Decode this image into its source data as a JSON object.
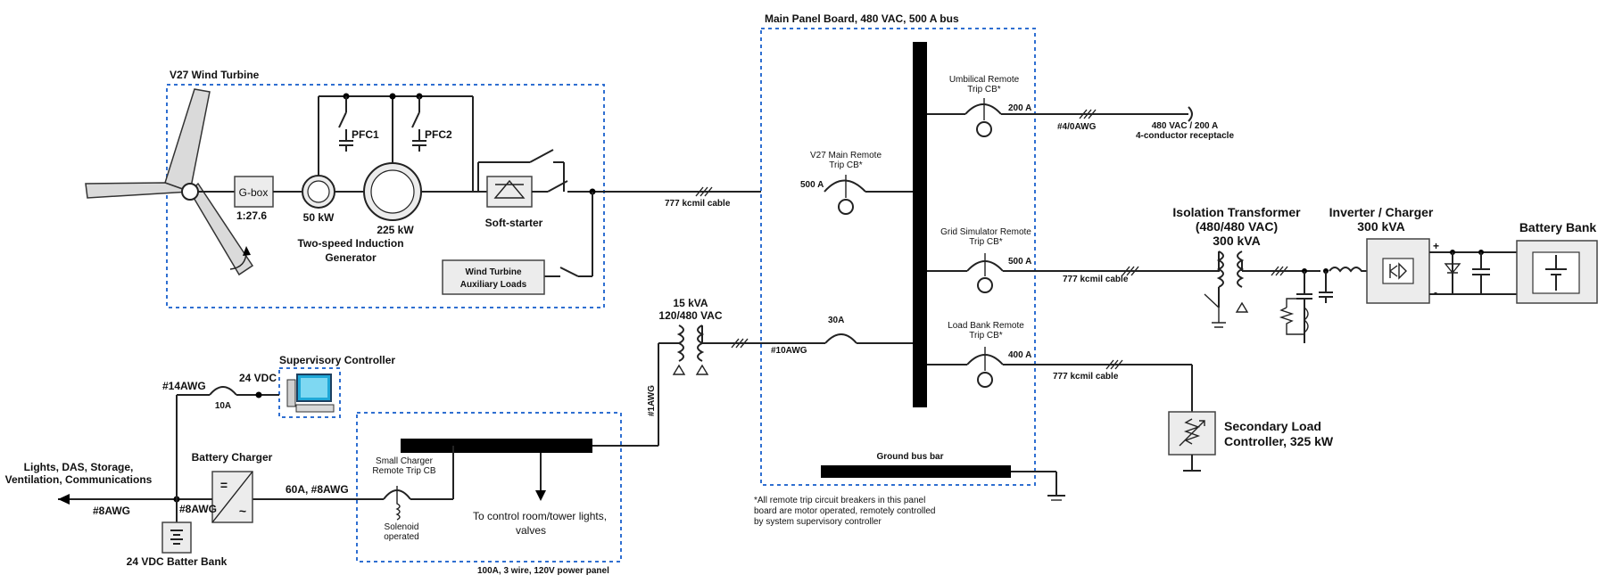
{
  "labels": {
    "wind_turbine": "V27 Wind Turbine",
    "gbox": "G-box",
    "gbox_ratio": "1:27.6",
    "gen_50": "50 kW",
    "gen_225": "225 kW",
    "gen_name_1": "Two-speed Induction",
    "gen_name_2": "Generator",
    "pfc1": "PFC1",
    "pfc2": "PFC2",
    "soft_starter": "Soft-starter",
    "aux_1": "Wind Turbine",
    "aux_2": "Auxiliary Loads",
    "main_panel": "Main Panel Board, 480 VAC, 500 A bus",
    "v27_cb_1": "V27 Main Remote",
    "v27_cb_2": "Trip CB*",
    "v27_cb_rating": "500 A",
    "cable_777_a": "777 kcmil cable",
    "umb_cb_1": "Umbilical Remote",
    "umb_cb_2": "Trip CB*",
    "umb_rating": "200 A",
    "awg_4_0": "#4/0AWG",
    "recept_1": "480 VAC / 200 A",
    "recept_2": "4-conductor receptacle",
    "grid_cb_1": "Grid Simulator Remote",
    "grid_cb_2": "Trip CB*",
    "grid_rating": "500 A",
    "cable_777_b": "777 kcmil cable",
    "iso_1": "Isolation Transformer",
    "iso_2": "(480/480 VAC)",
    "iso_3": "300 kVA",
    "inv_1": "Inverter / Charger",
    "inv_2": "300 kVA",
    "battery_bank": "Battery Bank",
    "plus": "+",
    "minus": "-",
    "lb_cb_1": "Load Bank Remote",
    "lb_cb_2": "Trip CB*",
    "lb_rating": "400 A",
    "cable_777_c": "777 kcmil cable",
    "slc_1": "Secondary Load",
    "slc_2": "Controller, 325 kW",
    "xfmr_1": "15 kVA",
    "xfmr_2": "120/480 VAC",
    "cb_30a": "30A",
    "awg_10": "#10AWG",
    "awg_1": "#1AWG",
    "ground_bus": "Ground bus bar",
    "note_1": "*All remote trip circuit breakers in this panel",
    "note_2": "board are motor operated, remotely controlled",
    "note_3": "by system supervisory controller",
    "sup_ctrl": "Supervisory Controller",
    "vdc_24": "24 VDC",
    "awg_14": "#14AWG",
    "cb_10a": "10A",
    "loads_1": "Lights, DAS, Storage,",
    "loads_2": "Ventilation, Communications",
    "awg_8_a": "#8AWG",
    "awg_8_b": "#8AWG",
    "charger": "Battery Charger",
    "charger_eq": "=",
    "charger_tilde": "~",
    "charger_cable": "60A, #8AWG",
    "batt_24": "24 VDC Batter Bank",
    "small_cb_1": "Small Charger",
    "small_cb_2": "Remote Trip CB",
    "solenoid_1": "Solenoid",
    "solenoid_2": "operated",
    "control_room_1": "To control room/tower lights,",
    "control_room_2": "valves",
    "power_panel": "100A, 3 wire, 120V power panel"
  }
}
